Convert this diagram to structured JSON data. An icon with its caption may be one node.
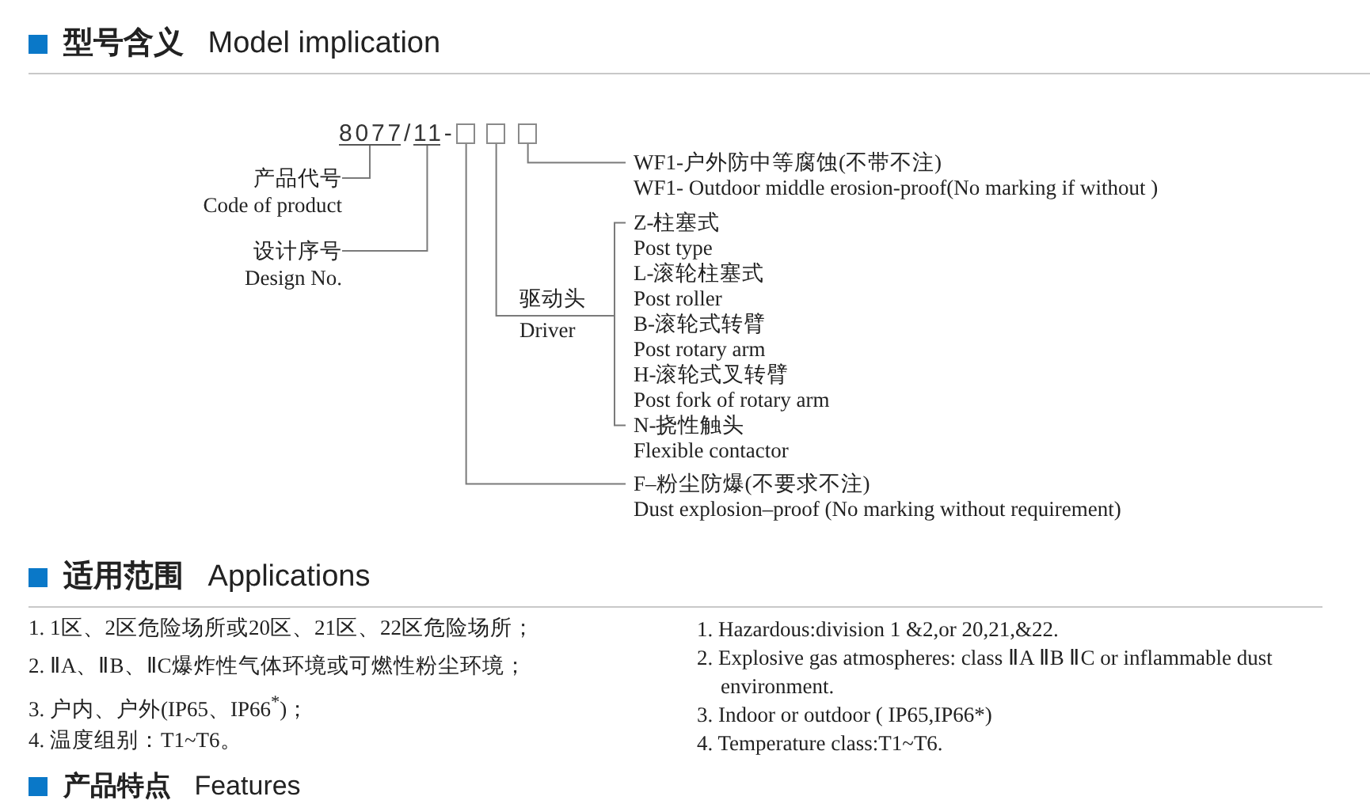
{
  "diagram": {
    "nodes": [
      {
        "text": [
          "8077/11-"
        ]
      },
      {
        "text": [],
        "shape": "bar"
      },
      {
        "text": [],
        "shape": "bar"
      },
      {
        "text": [],
        "shape": "box"
      },
      {
        "text": [],
        "shape": "box"
      },
      {
        "text": [],
        "shape": "box"
      },
      {
        "text": [
          "产品代号",
          "Code of product"
        ]
      },
      {
        "text": [
          "设计序号",
          "Design No."
        ]
      },
      {
        "text": [
          "驱动头",
          "Driver"
        ]
      },
      {
        "text": [
          "WF1-户外防中等腐蚀(不带不注)",
          "WF1- Outdoor middle erosion-proof(No marking if without )"
        ]
      },
      {
        "text": [
          "Z-柱塞式",
          "Post type"
        ]
      },
      {
        "text": [
          "L-滚轮柱塞式",
          "Post roller"
        ]
      },
      {
        "text": [
          "B-滚轮式转臂",
          "Post rotary arm"
        ]
      },
      {
        "text": [
          "H-滚轮式叉转臂",
          "Post fork of rotary arm"
        ]
      },
      {
        "text": [
          "N-挠性触头",
          "Flexible contactor"
        ]
      },
      {
        "text": [
          "F–粉尘防爆(不要求不注)",
          "Dust explosion–proof (No marking without requirement)"
        ]
      }
    ],
    "edges": [
      {
        "from": 6,
        "to": 1,
        "arrow": "none"
      },
      {
        "from": 7,
        "to": 2,
        "arrow": "none"
      },
      {
        "from": 15,
        "to": 3,
        "arrow": "none"
      },
      {
        "from": 8,
        "to": 4,
        "arrow": "none"
      },
      {
        "from": 9,
        "to": 5,
        "arrow": "none"
      },
      {
        "from": 8,
        "to": 10,
        "arrow": "none"
      },
      {
        "from": 8,
        "to": 14,
        "arrow": "none"
      }
    ],
    "labels": [
      "**型号含义** Model implication",
      "**适用范围** Applications",
      "1. 1区、2区危险场所或20区、21区、22区危险场所；",
      "2. ⅡA、ⅡB、ⅡC爆炸性气体环境或可燃性粉尘环境；",
      "3. 户内、户外(IP65、IP66$^{*}$)；",
      "4. 温度组别：T1~T6。",
      "1. Hazardous:division 1 &2,or 20,21,&22.",
      "2. Explosive gas atmospheres: class ⅡA ⅡB ⅡC or inflammable dust environment.",
      "3. Indoor or outdoor ( IP65,IP66*)",
      "4. Temperature class:T1~T6.",
      "**产品特点** Features"
    ]
  }
}
